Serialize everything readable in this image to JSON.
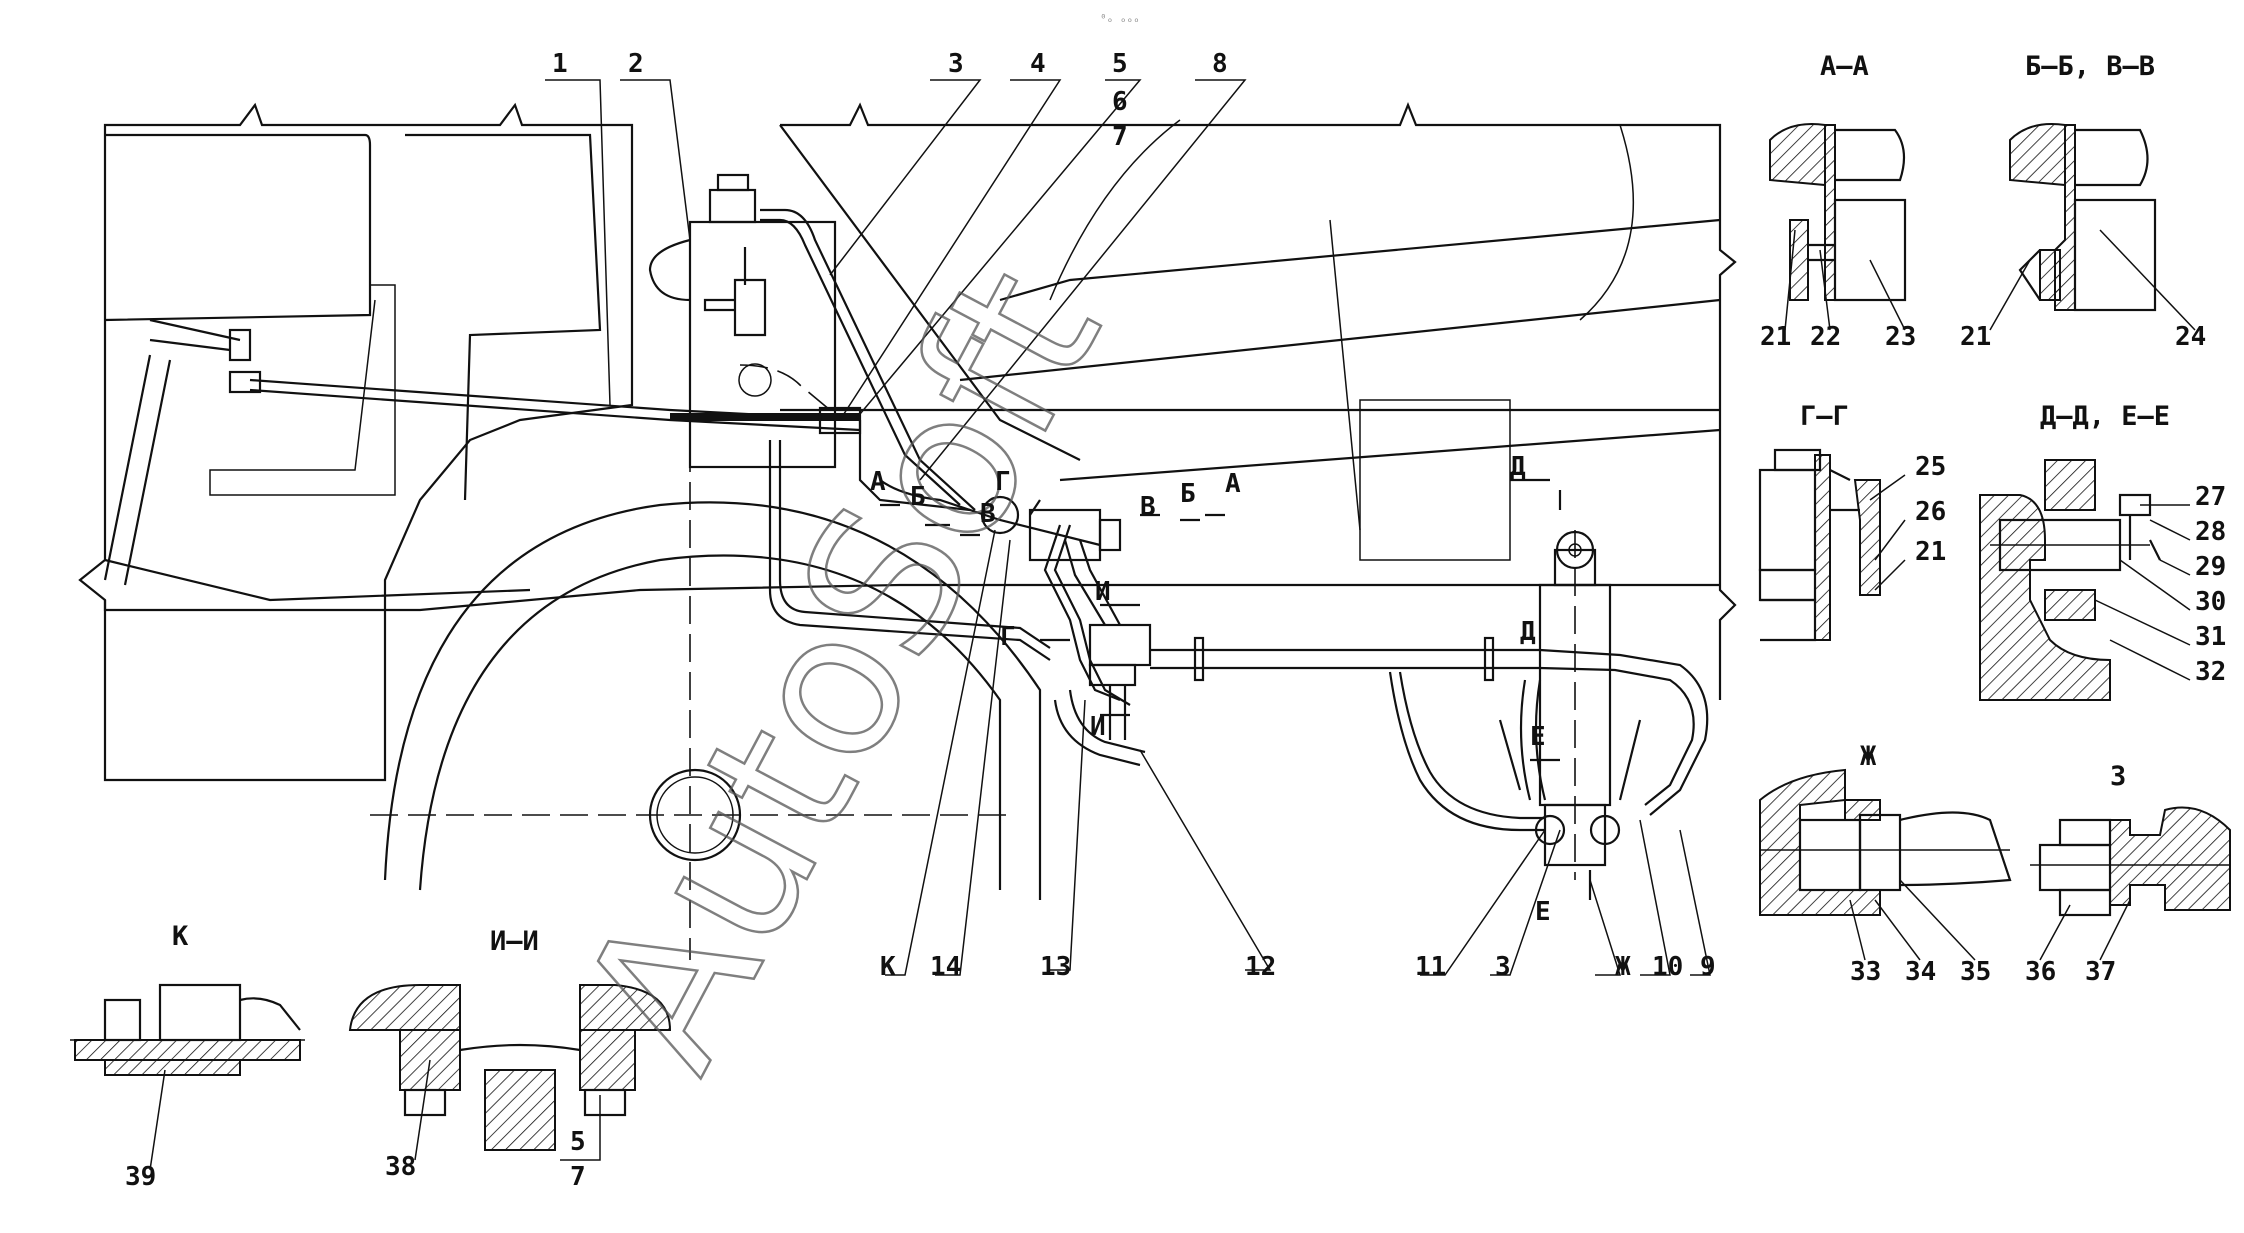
{
  "header_mark": "⁰ₒ ₒₒₒ",
  "watermark": "AutoSoft",
  "section_titles": {
    "aa": "А–А",
    "bb_vv": "Б–Б, В–В",
    "gg": "Г–Г",
    "dd_ee": "Д–Д, Е–Е",
    "zh": "Ж",
    "z": "З",
    "k": "К",
    "ii": "И–И"
  },
  "callouts": {
    "c1": "1",
    "c2": "2",
    "c3": "3",
    "c4": "4",
    "c5": "5",
    "c6": "6",
    "c7": "7",
    "c8": "8",
    "c9": "9",
    "c10": "10",
    "c11": "11",
    "c12": "12",
    "c13": "13",
    "c14": "14",
    "c3b": "3",
    "cK": "К",
    "cZh": "Ж",
    "c21a": "21",
    "c22": "22",
    "c23": "23",
    "c21b": "21",
    "c24": "24",
    "c25": "25",
    "c26": "26",
    "c21c": "21",
    "c27": "27",
    "c28": "28",
    "c29": "29",
    "c30": "30",
    "c31": "31",
    "c32": "32",
    "c33": "33",
    "c34": "34",
    "c35": "35",
    "c36": "36",
    "c37": "37",
    "c39": "39",
    "c38": "38",
    "c5b": "5",
    "c7b": "7"
  },
  "cut_marks": {
    "a1": "А",
    "b1": "Б",
    "v1": "В",
    "g1": "Г",
    "v2": "В",
    "b2": "Б",
    "a2": "А",
    "d1": "Д",
    "d2": "Д",
    "e1": "Е",
    "e2": "Е",
    "g2": "Г",
    "i1": "И",
    "i2": "И"
  }
}
